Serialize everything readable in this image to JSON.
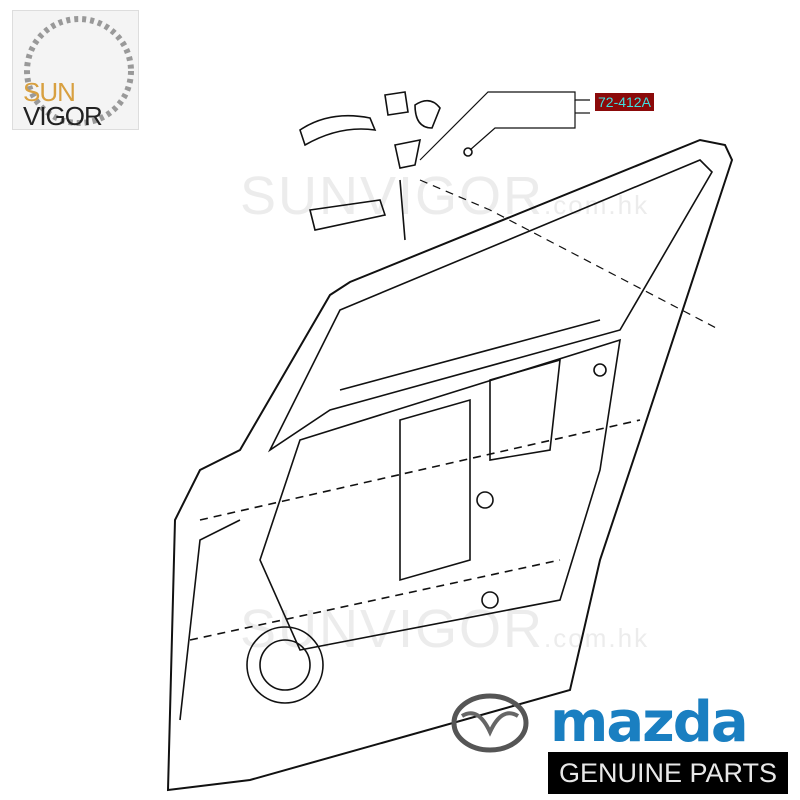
{
  "brand_logo": {
    "line1": "SUN",
    "line2": "VIGOR"
  },
  "watermarks": [
    {
      "main": "SUNVIGOR",
      "suffix": ".com.hk"
    },
    {
      "main": "SUNVIGOR",
      "suffix": ".com.hk"
    }
  ],
  "part_label": "72-412A",
  "mazda": {
    "wordmark": "mazda",
    "tagline": "GENUINE PARTS",
    "brand_color": "#1a7fc1"
  },
  "colors": {
    "label_bg": "#8b0a0a",
    "label_text": "#3fe0e0"
  }
}
